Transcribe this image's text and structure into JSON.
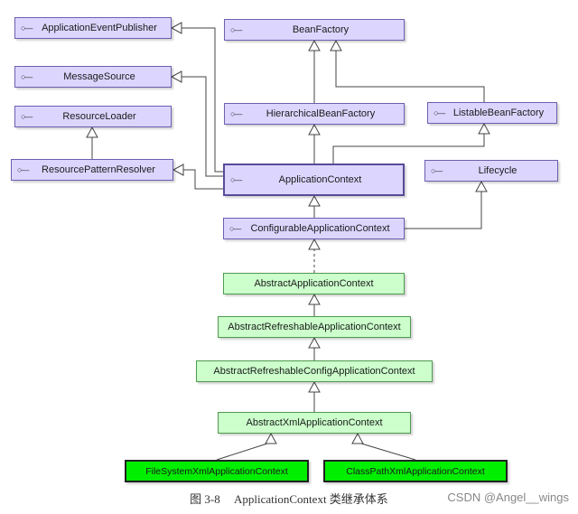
{
  "nodes": {
    "application_event_publisher": "ApplicationEventPublisher",
    "bean_factory": "BeanFactory",
    "message_source": "MessageSource",
    "resource_loader": "ResourceLoader",
    "hierarchical_bean_factory": "HierarchicalBeanFactory",
    "listable_bean_factory": "ListableBeanFactory",
    "resource_pattern_resolver": "ResourcePatternResolver",
    "application_context": "ApplicationContext",
    "lifecycle": "Lifecycle",
    "configurable_application_context": "ConfigurableApplicationContext",
    "abstract_application_context": "AbstractApplicationContext",
    "abstract_refreshable_application_context": "AbstractRefreshableApplicationContext",
    "abstract_refreshable_config_application_context": "AbstractRefreshableConfigApplicationContext",
    "abstract_xml_application_context": "AbstractXmlApplicationContext",
    "file_system_xml_application_context": "FileSystemXmlApplicationContext",
    "class_path_xml_application_context": "ClassPathXmlApplicationContext"
  },
  "interface_marker": "○—",
  "caption": {
    "figure": "图 3-8",
    "title": "ApplicationContext 类继承体系"
  },
  "watermark": "CSDN @Angel__wings",
  "colors": {
    "interface_fill": "#dcd6ff",
    "abstract_fill": "#ccffcc",
    "concrete_fill": "#00ee00",
    "line": "#444444"
  }
}
